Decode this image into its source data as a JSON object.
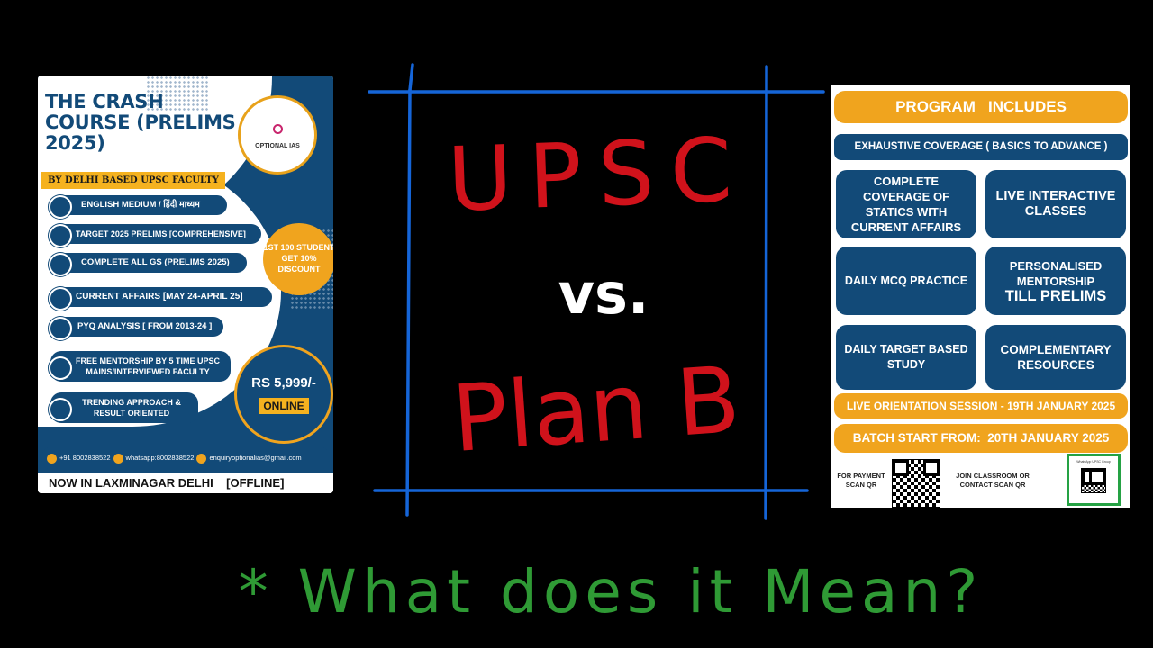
{
  "left_poster": {
    "title": "THE CRASH COURSE (PRELIMS 2025)",
    "logo_text": "OPTIONAL IAS",
    "faculty_banner": "BY DELHI BASED UPSC FACULTY",
    "features": [
      "ENGLISH MEDIUM / हिंदी माध्यम",
      "TARGET 2025 PRELIMS [COMPREHENSIVE]",
      "COMPLETE ALL GS (PRELIMS 2025)",
      "CURRENT AFFAIRS [MAY 24-APRIL 25]",
      "PYQ ANALYSIS [ FROM 2013-24 ]",
      "FREE MENTORSHIP BY 5 TIME UPSC MAINS/INTERVIEWED FACULTY",
      "TRENDING APPROACH & RESULT ORIENTED"
    ],
    "discount": "1ST 100 STUDENT GET 10% DISCOUNT",
    "price": "RS 5,999/-",
    "mode": "ONLINE",
    "contact": {
      "phone": "+91 8002838522",
      "whatsapp": "whatsapp:8002838522",
      "email": "enquiryoptionalias@gmail.com"
    },
    "footer": "NOW IN LAXMINAGAR DELHI    [OFFLINE]"
  },
  "center": {
    "line1": "UPSC",
    "line2": "vs.",
    "line3": "Plan B",
    "caption": "* What does it Mean?",
    "colors": {
      "red": "#d0121b",
      "blue": "#1565d8",
      "white": "#ffffff",
      "green": "#2f9a35"
    }
  },
  "right_poster": {
    "header": "PROGRAM   INCLUDES",
    "coverage": "EXHAUSTIVE COVERAGE ( BASICS TO ADVANCE )",
    "boxes": [
      "COMPLETE COVERAGE OF STATICS WITH CURRENT AFFAIRS",
      "LIVE INTERACTIVE CLASSES",
      "DAILY MCQ PRACTICE",
      "PERSONALISED MENTORSHIP",
      "TILL PRELIMS",
      "DAILY TARGET BASED STUDY",
      "COMPLEMENTARY RESOURCES"
    ],
    "orientation": "LIVE ORIENTATION SESSION - 19TH JANUARY 2025",
    "batch": "BATCH START FROM:  20TH JANUARY 2025",
    "payment": "FOR PAYMENT SCAN QR",
    "classroom": "JOIN CLASSROOM OR CONTACT SCAN QR",
    "whatsapp_label": "WhatsApp UPSC Group"
  }
}
